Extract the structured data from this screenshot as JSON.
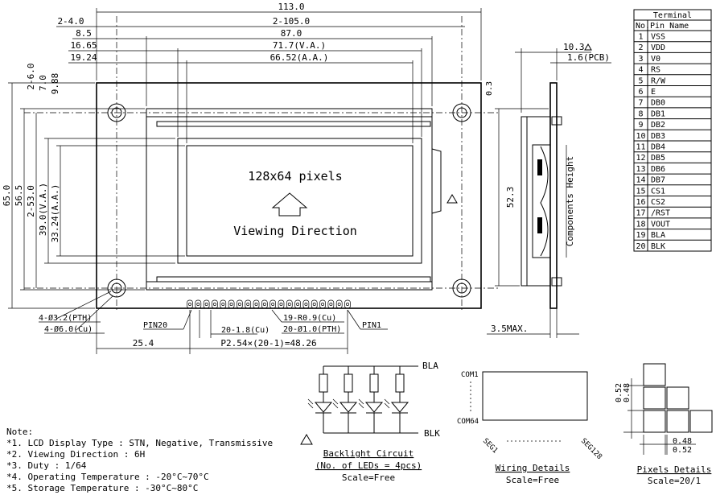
{
  "dimensions": {
    "overall_width": "113.0",
    "mount_hole_pitch": "2-105.0",
    "mount_hole_edge": "2-4.0",
    "bezel_width": "87.0",
    "bezel_edge": "8.5",
    "va_width": "71.7(V.A.)",
    "va_edge": "16.65",
    "aa_width": "66.52(A.A.)",
    "aa_edge": "19.24",
    "overall_height": "65.0",
    "bezel_height": "56.5",
    "hole_vpitch": "2-53.0",
    "va_height": "39.0(V.A.)",
    "aa_height": "33.24(A.A.)",
    "top_hole_offset": "2-6.0",
    "top_bezel_offset": "7.0",
    "top_va_offset": "9.88",
    "hole_pth": "4-Ø3.2(PTH)",
    "hole_cu": "4-Ø6.0(Cu)",
    "pin20": "PIN20",
    "pin1": "PIN1",
    "pad_r": "19-R0.9(Cu)",
    "pad_hole": "20-Ø1.0(PTH)",
    "pad_size": "20-1.8(Cu)",
    "pin_edge": "25.4",
    "pin_pitch": "P2.54×(20-1)=48.26",
    "right_offset": "0.3",
    "side_height": "52.3",
    "thickness": "10.3",
    "pcb": "1.6(PCB)",
    "max_depth": "3.5MAX.",
    "components_height": "Components Height"
  },
  "screen": {
    "resolution": "128x64 pixels",
    "direction": "Viewing Direction"
  },
  "terminal": {
    "title": "Terminal",
    "col_no": "No.",
    "col_name": "Pin Name",
    "rows": [
      {
        "no": "1",
        "name": "VSS"
      },
      {
        "no": "2",
        "name": "VDD"
      },
      {
        "no": "3",
        "name": "V0"
      },
      {
        "no": "4",
        "name": "RS"
      },
      {
        "no": "5",
        "name": "R/W"
      },
      {
        "no": "6",
        "name": "E"
      },
      {
        "no": "7",
        "name": "DB0"
      },
      {
        "no": "8",
        "name": "DB1"
      },
      {
        "no": "9",
        "name": "DB2"
      },
      {
        "no": "10",
        "name": "DB3"
      },
      {
        "no": "11",
        "name": "DB4"
      },
      {
        "no": "12",
        "name": "DB5"
      },
      {
        "no": "13",
        "name": "DB6"
      },
      {
        "no": "14",
        "name": "DB7"
      },
      {
        "no": "15",
        "name": "CS1"
      },
      {
        "no": "16",
        "name": "CS2"
      },
      {
        "no": "17",
        "name": "/RST"
      },
      {
        "no": "18",
        "name": "VOUT"
      },
      {
        "no": "19",
        "name": "BLA"
      },
      {
        "no": "20",
        "name": "BLK"
      }
    ]
  },
  "notes": {
    "heading": "Note:",
    "lines": [
      "*1. LCD Display Type : STN, Negative, Transmissive",
      "*2. Viewing Direction : 6H",
      "*3. Duty : 1/64",
      "*4. Operating Temperature : -20°C~70°C",
      "*5. Storage Temperature : -30°C~80°C"
    ]
  },
  "backlight": {
    "bla": "BLA",
    "blk": "BLK",
    "title": "Backlight Circuit",
    "subtitle": "(No. of LEDs = 4pcs)",
    "scale": "Scale=Free"
  },
  "wiring": {
    "com1": "COM1",
    "com64": "COM64",
    "seg1": "SEG1",
    "seg128": "SEG128",
    "title": "Wiring Details",
    "scale": "Scale=Free"
  },
  "pixels": {
    "d052": "0.52",
    "d048v": "0.48",
    "d048h": "0.48",
    "d052b": "0.52",
    "title": "Pixels Details",
    "scale": "Scale=20/1"
  }
}
